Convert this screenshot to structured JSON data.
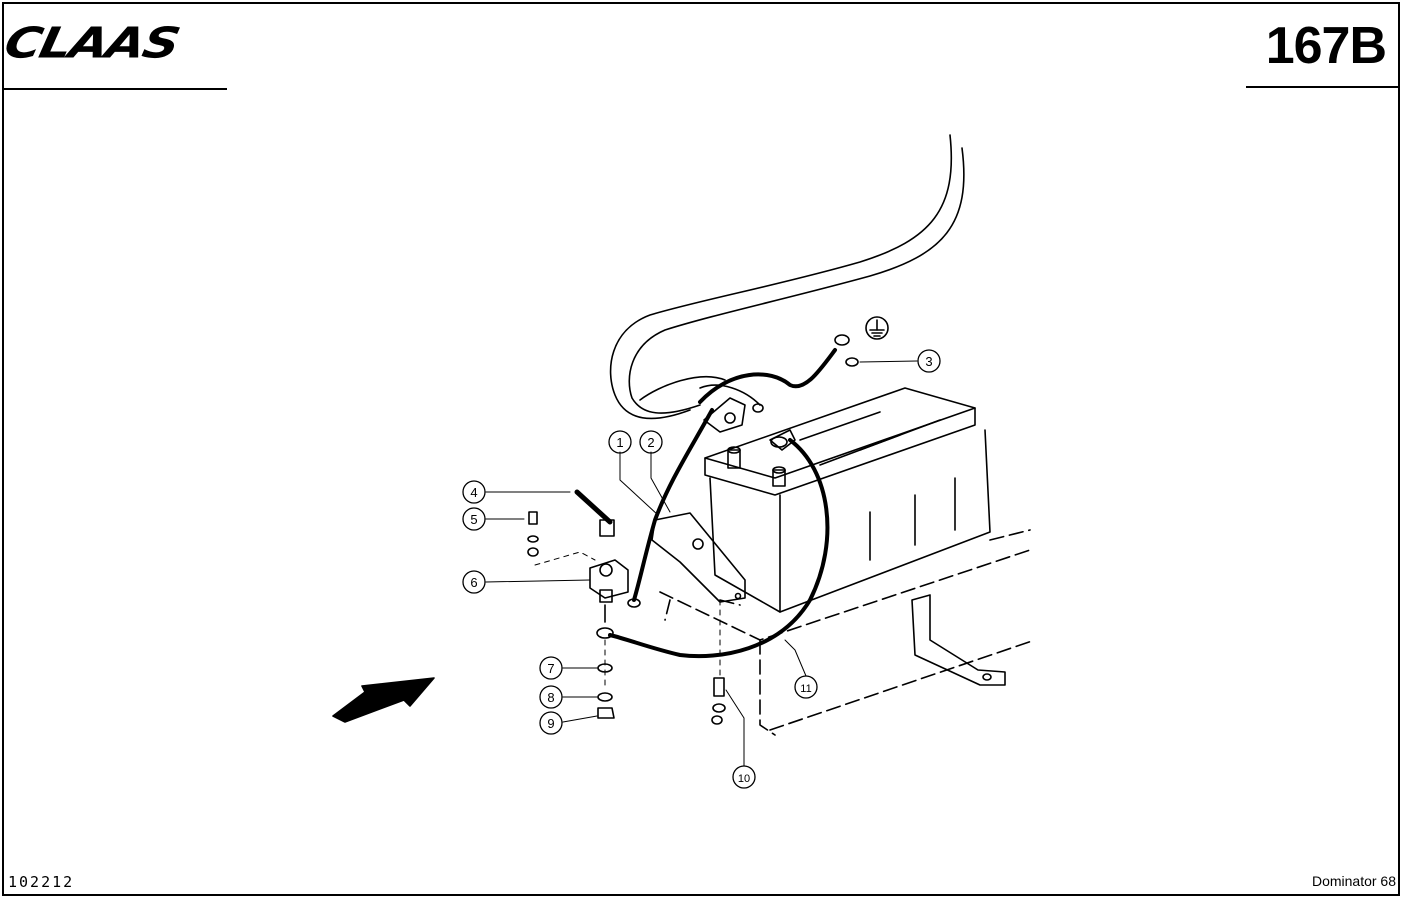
{
  "header": {
    "brand": "CLAAS",
    "page_number": "167B"
  },
  "footer": {
    "document_number": "102212",
    "model": "Dominator 68"
  },
  "callouts": [
    {
      "id": "1",
      "label": "1"
    },
    {
      "id": "2",
      "label": "2"
    },
    {
      "id": "3",
      "label": "3"
    },
    {
      "id": "4",
      "label": "4"
    },
    {
      "id": "5",
      "label": "5"
    },
    {
      "id": "6",
      "label": "6"
    },
    {
      "id": "7",
      "label": "7"
    },
    {
      "id": "8",
      "label": "8"
    },
    {
      "id": "9",
      "label": "9"
    },
    {
      "id": "10",
      "label": "10"
    },
    {
      "id": "11",
      "label": "11"
    }
  ]
}
